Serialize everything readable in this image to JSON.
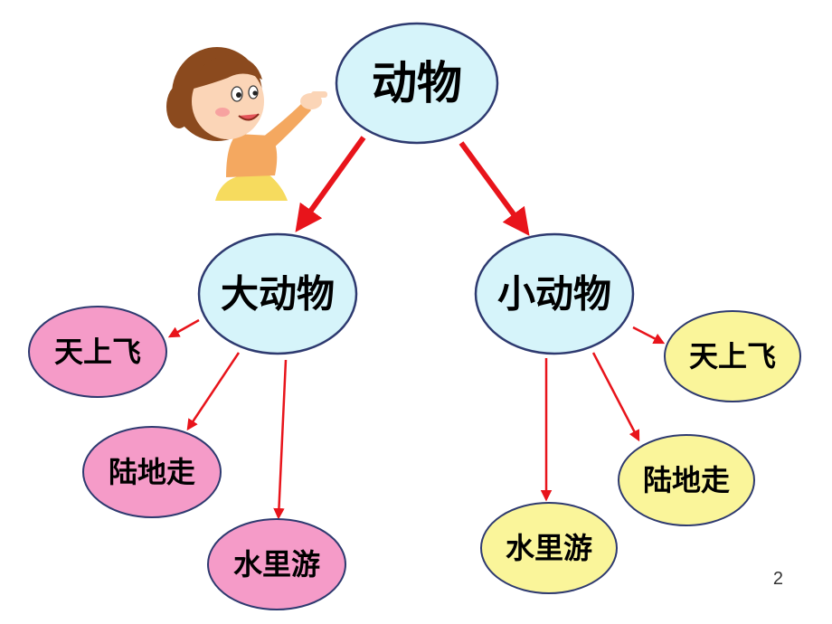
{
  "diagram": {
    "root": {
      "label": "动物"
    },
    "branches": [
      {
        "label": "大动物",
        "children": [
          {
            "label": "天上飞"
          },
          {
            "label": "陆地走"
          },
          {
            "label": "水里游"
          }
        ]
      },
      {
        "label": "小动物",
        "children": [
          {
            "label": "天上飞"
          },
          {
            "label": "陆地走"
          },
          {
            "label": "水里游"
          }
        ]
      }
    ]
  },
  "page_number": "2",
  "colors": {
    "main_fill": "#D6F4FA",
    "main_stroke": "#2E3A70",
    "left_leaf_fill": "#F59BC8",
    "right_leaf_fill": "#FAF59A",
    "leaf_stroke": "#2E3A70",
    "arrow": "#E8141B"
  },
  "illustration": {
    "icon": "pointing-girl-icon"
  }
}
